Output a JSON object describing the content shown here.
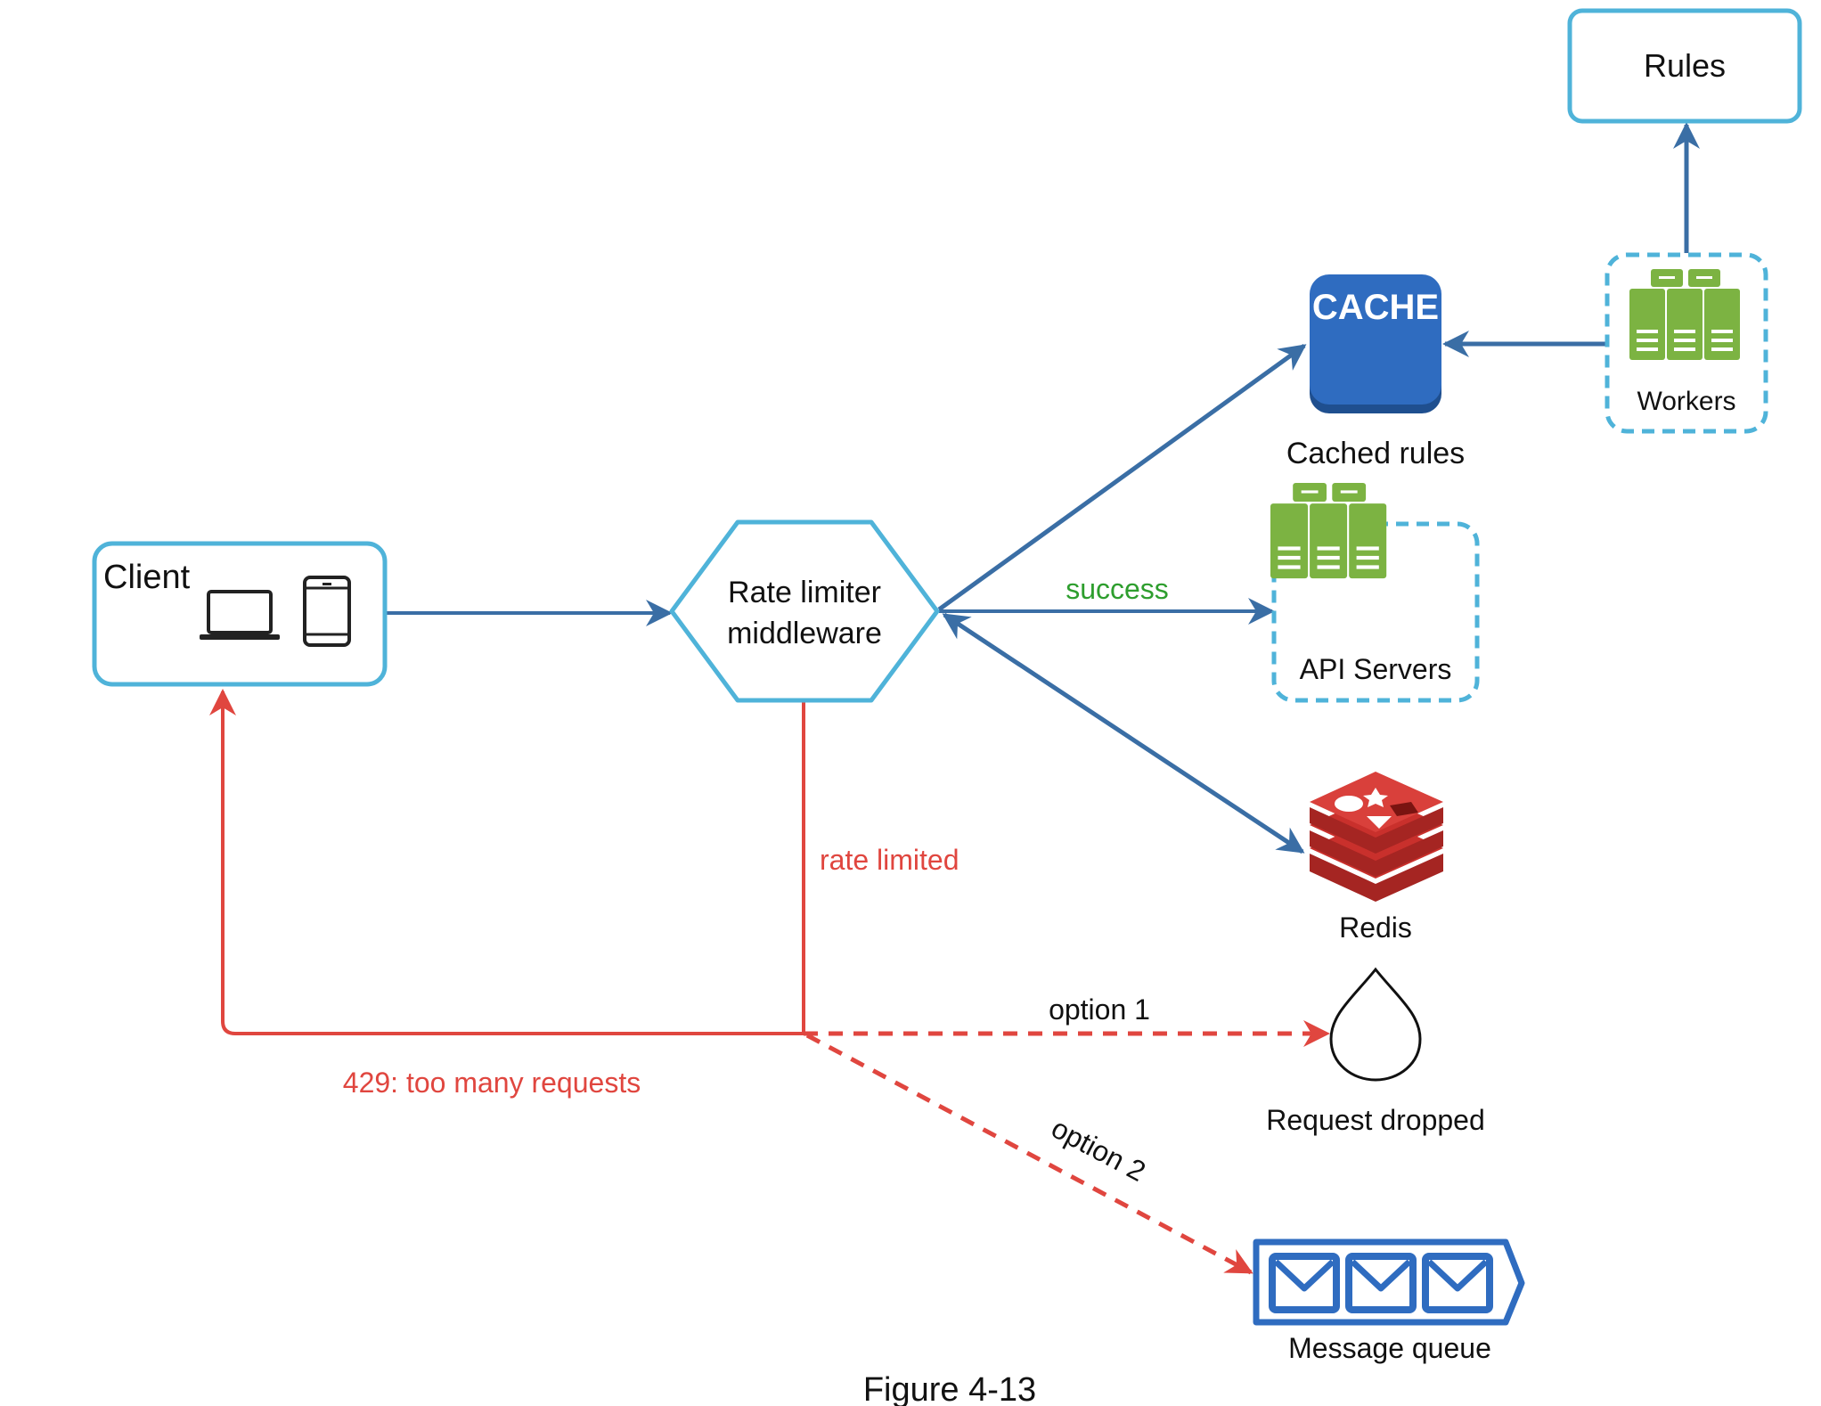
{
  "labels": {
    "rules": "Rules",
    "workers": "Workers",
    "cache_icon_text": "CACHE",
    "cached_rules": "Cached rules",
    "client": "Client",
    "rate_limiter_line1": "Rate limiter",
    "rate_limiter_line2": "middleware",
    "success": "success",
    "api_servers": "API Servers",
    "redis": "Redis",
    "rate_limited": "rate limited",
    "too_many_requests": "429: too many requests",
    "option1": "option 1",
    "option2": "option 2",
    "request_dropped": "Request dropped",
    "message_queue": "Message queue",
    "figure_caption": "Figure 4-13"
  },
  "icons": {
    "laptop": "laptop-icon",
    "tablet": "tablet-icon",
    "cache": "cache-icon",
    "server": "server-icon",
    "redis": "redis-icon",
    "drop": "drop-icon",
    "envelope": "envelope-icon"
  },
  "colors": {
    "box_border": "#4fb3d9",
    "arrow_blue": "#3a6ea5",
    "arrow_red": "#e0463f",
    "success_green": "#2e9e2e",
    "server_green": "#7cb342",
    "cache_blue": "#2f6cc0",
    "redis_red": "#c9302c",
    "queue_blue": "#2f6cc0",
    "text": "#111111"
  }
}
